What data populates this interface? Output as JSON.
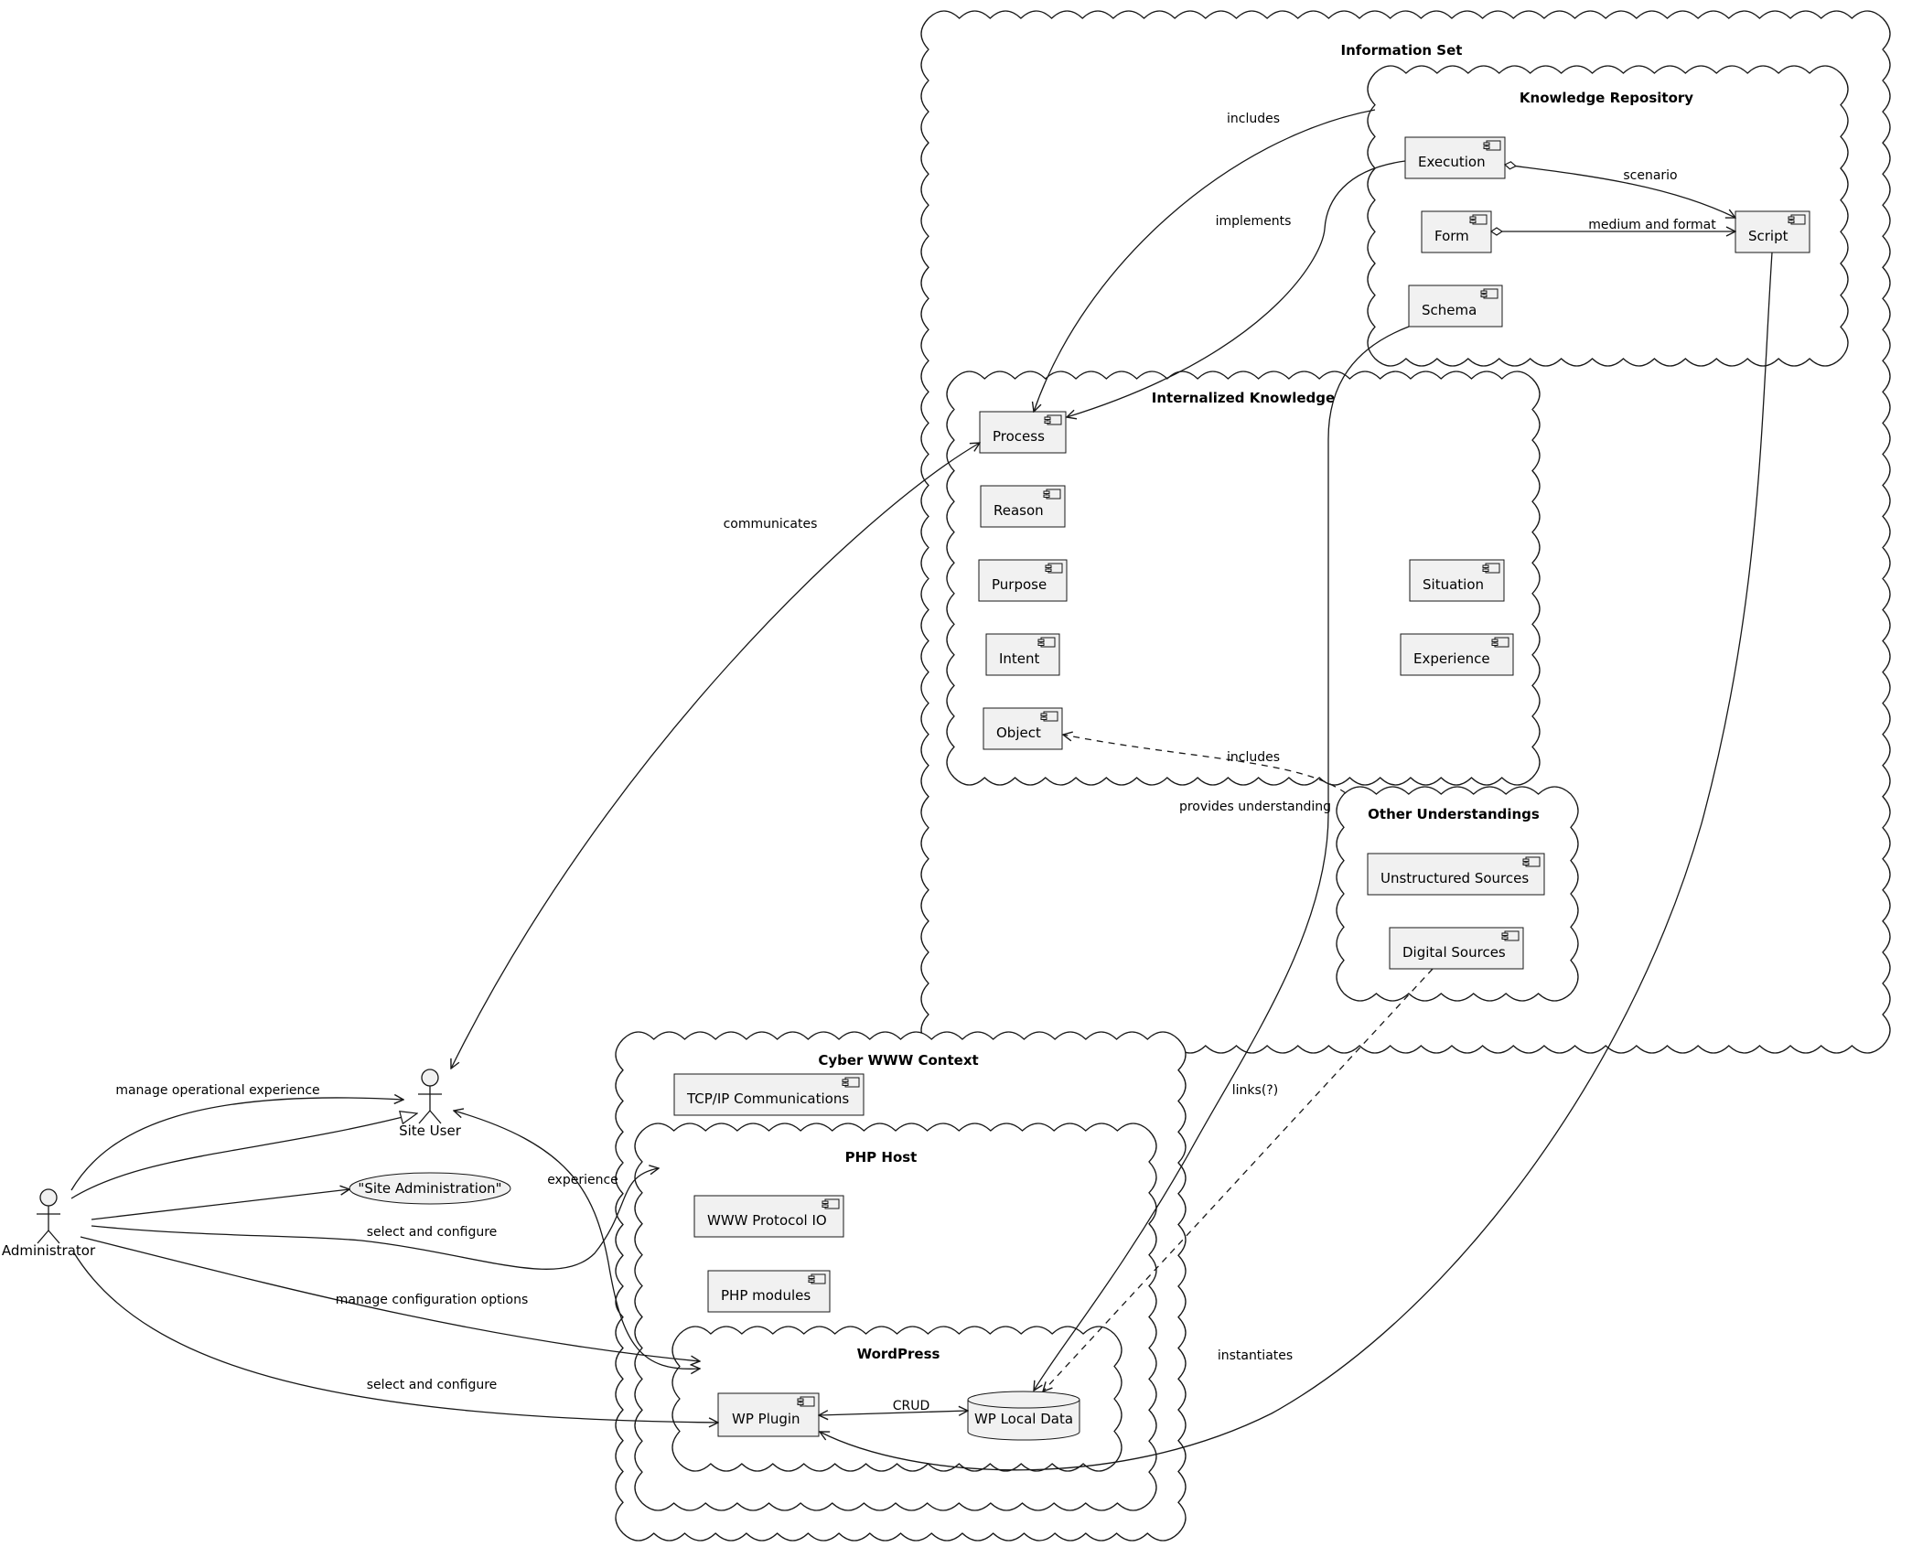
{
  "colors": {
    "line": "#181818",
    "element_fill": "#f1f1f1",
    "background": "#ffffff"
  },
  "containers": {
    "information_set": "Information Set",
    "knowledge_repository": "Knowledge Repository",
    "internalized_knowledge": "Internalized Knowledge",
    "other_understandings": "Other Understandings",
    "cyber_www_context": "Cyber WWW Context",
    "php_host": "PHP Host",
    "wordpress": "WordPress"
  },
  "components": {
    "execution": "Execution",
    "form": "Form",
    "schema": "Schema",
    "script": "Script",
    "process": "Process",
    "reason": "Reason",
    "purpose": "Purpose",
    "intent": "Intent",
    "object": "Object",
    "situation": "Situation",
    "experience": "Experience",
    "unstructured_sources": "Unstructured Sources",
    "digital_sources": "Digital Sources",
    "tcpip": "TCP/IP Communications",
    "www_protocol_io": "WWW Protocol IO",
    "php_modules": "PHP modules",
    "wp_plugin": "WP Plugin"
  },
  "database": {
    "wp_local_data": "WP Local Data"
  },
  "actors": {
    "site_user": "Site User",
    "administrator": "Administrator"
  },
  "usecases": {
    "site_administration": "\"Site Administration\""
  },
  "edge_labels": {
    "includes_top": "includes",
    "implements": "implements",
    "scenario": "scenario",
    "medium_and_format": "medium and format",
    "communicates": "communicates",
    "includes_object": "includes",
    "provides_understanding": "provides understanding",
    "links": "links(?)",
    "instantiates": "instantiates",
    "manage_operational_experience": "manage operational experience",
    "experience": "experience",
    "select_and_configure_php": "select and configure",
    "manage_configuration_options": "manage configuration options",
    "select_and_configure_plugin": "select and configure",
    "crud": "CRUD"
  }
}
